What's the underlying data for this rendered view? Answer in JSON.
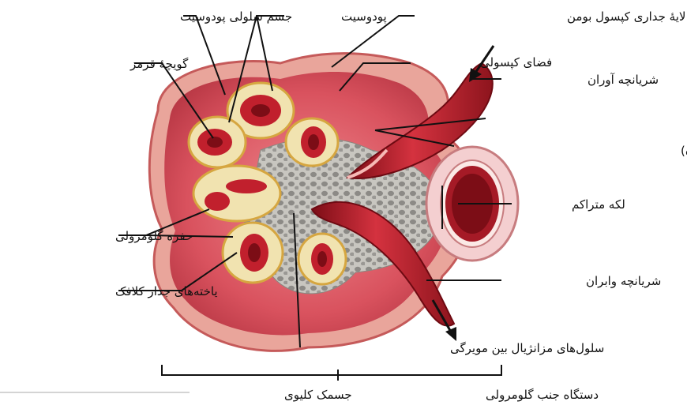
{
  "labels": {
    "podocyte_cell_body": "جسم سلولی پودوسیت",
    "podocyte": "پودوسیت",
    "parietal_layer": "لایهٔ جداری کپسول بومن",
    "capsular_space": "فضای کپسولی",
    "red_blood_cell": "گویچهٔ قرمز",
    "afferent_arteriole": "شریانچه آوران",
    "granular_cells": "سلول‌های گرانولی (ترشح کننده)",
    "macula_densa": "لکه متراکم",
    "glomerular_pore": "حفره گلومرولی",
    "efferent_arteriole": "شریانچه وابران",
    "capillary_wall_cells": "یاخته‌های جدار کلافک",
    "mesangial_cells": "سلول‌های مزانژیال بین مویرگی",
    "renal_corpuscle": "جسمک کلیوی",
    "juxtaglomerular_apparatus": "دستگاه جنب گلومرولی"
  },
  "colors": {
    "capsule": "#c9444f",
    "capsule_inner": "#e9a59b",
    "space": "#e06a78",
    "vessel": "#b4212c",
    "vessel_dark": "#7c0d16",
    "podocyte": "#f1e3b0",
    "mesangium": "#b5b3ad",
    "macula": "#f4cfd0"
  }
}
